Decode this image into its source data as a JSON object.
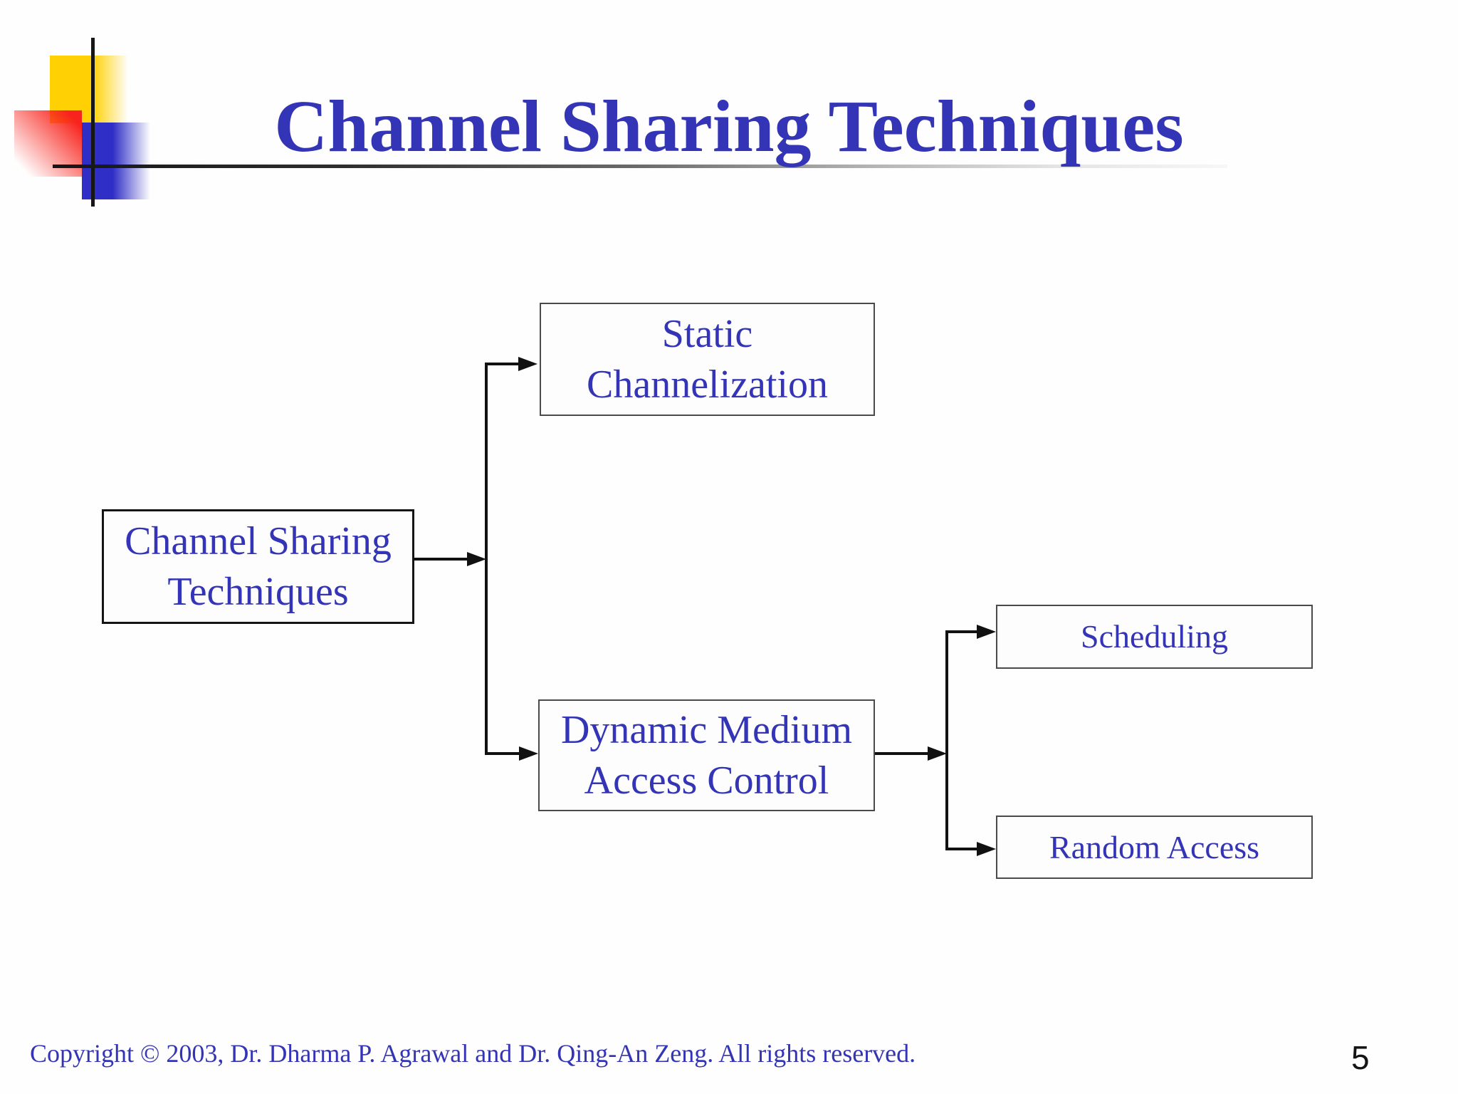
{
  "slide": {
    "title": "Channel Sharing Techniques",
    "footer": "Copyright © 2003, Dr. Dharma P. Agrawal and Dr. Qing-An Zeng. All rights reserved.",
    "page_number": "5"
  },
  "diagram": {
    "nodes": {
      "root": {
        "line1": "Channel Sharing",
        "line2": "Techniques"
      },
      "static": {
        "line1": "Static",
        "line2": "Channelization"
      },
      "dynamic": {
        "line1": "Dynamic Medium",
        "line2": "Access Control"
      },
      "scheduling": {
        "line1": "Scheduling"
      },
      "random": {
        "line1": "Random Access"
      }
    },
    "edges": [
      {
        "from": "Channel Sharing Techniques",
        "to": "Static Channelization"
      },
      {
        "from": "Channel Sharing Techniques",
        "to": "Dynamic Medium Access Control"
      },
      {
        "from": "Dynamic Medium Access Control",
        "to": "Scheduling"
      },
      {
        "from": "Dynamic Medium Access Control",
        "to": "Random Access"
      }
    ]
  },
  "colors": {
    "text_blue": "#3434b6",
    "accent_yellow": "#ffd104",
    "accent_red": "#f8231c",
    "accent_blue": "#2f2ec6",
    "connector_black": "#111111"
  }
}
